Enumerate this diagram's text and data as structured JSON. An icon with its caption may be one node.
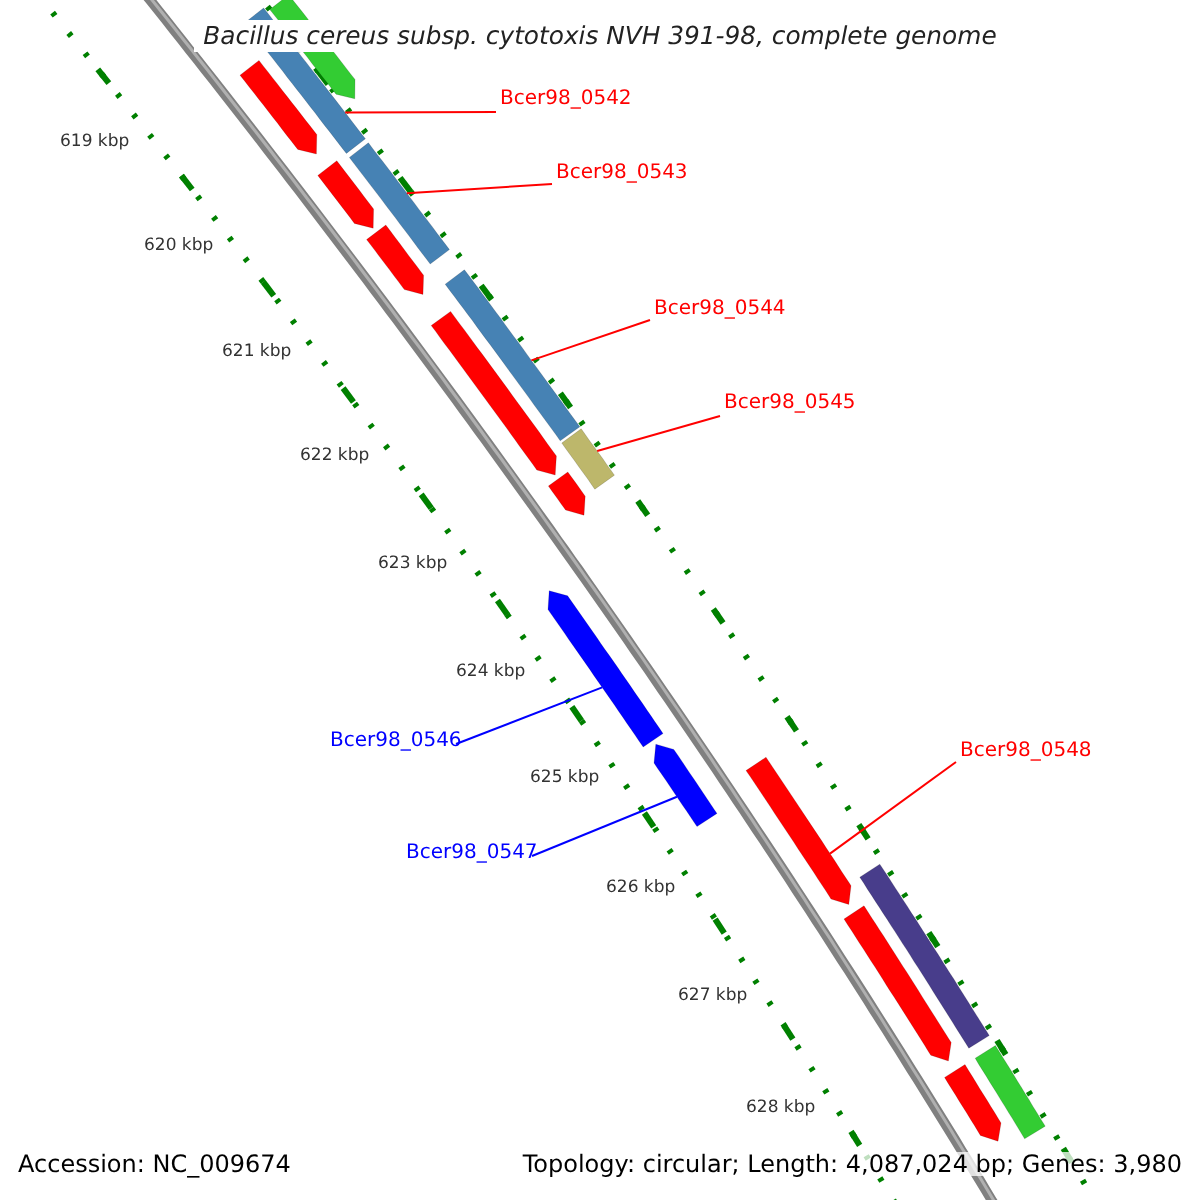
{
  "diagram": {
    "title": "Bacillus cereus subsp. cytotoxis NVH 391-98, complete genome",
    "nodes": [
      {
        "text": [
          "Bcer98_0542"
        ]
      },
      {
        "text": [],
        "shape": "bar"
      },
      {
        "text": [
          "Bcer98_0543"
        ]
      },
      {
        "text": [],
        "shape": "bar"
      },
      {
        "text": [
          "Bcer98_0544"
        ]
      },
      {
        "text": [],
        "shape": "bar"
      },
      {
        "text": [
          "Bcer98_0545"
        ]
      },
      {
        "text": [],
        "shape": "bar"
      },
      {
        "text": [
          "Bcer98_0546"
        ]
      },
      {
        "text": [],
        "shape": "bar"
      },
      {
        "text": [
          "Bcer98_0547"
        ]
      },
      {
        "text": [],
        "shape": "bar"
      },
      {
        "text": [
          "Bcer98_0548"
        ]
      },
      {
        "text": [],
        "shape": "bar"
      },
      {
        "text": [],
        "shape": "bar"
      },
      {
        "text": [],
        "shape": "bar"
      },
      {
        "text": [],
        "shape": "bar"
      },
      {
        "text": [],
        "shape": "bar"
      },
      {
        "text": [],
        "shape": "bar"
      },
      {
        "text": [],
        "shape": "bar"
      },
      {
        "text": [],
        "shape": "bar"
      },
      {
        "text": [],
        "shape": "bar"
      },
      {
        "text": [],
        "shape": "bar"
      },
      {
        "text": [],
        "shape": "bar"
      }
    ],
    "edges": [
      {
        "from": 0,
        "to": 1,
        "arrow": "none"
      },
      {
        "from": 2,
        "to": 3,
        "arrow": "none"
      },
      {
        "from": 4,
        "to": 5,
        "arrow": "none"
      },
      {
        "from": 6,
        "to": 7,
        "arrow": "none"
      },
      {
        "from": 8,
        "to": 9,
        "arrow": "none",
        "color": "#0000ff"
      },
      {
        "from": 10,
        "to": 11,
        "arrow": "none",
        "color": "#0000ff"
      },
      {
        "from": 12,
        "to": 13,
        "arrow": "none"
      }
    ],
    "labels": [
      "619 kbp",
      "620 kbp",
      "621 kbp",
      "622 kbp",
      "623 kbp",
      "624 kbp",
      "625 kbp",
      "626 kbp",
      "627 kbp",
      "628 kbp",
      "Accession: NC_009674",
      "Topology: circular; Length: 4,087,024 bp; Genes: 3,980"
    ]
  }
}
